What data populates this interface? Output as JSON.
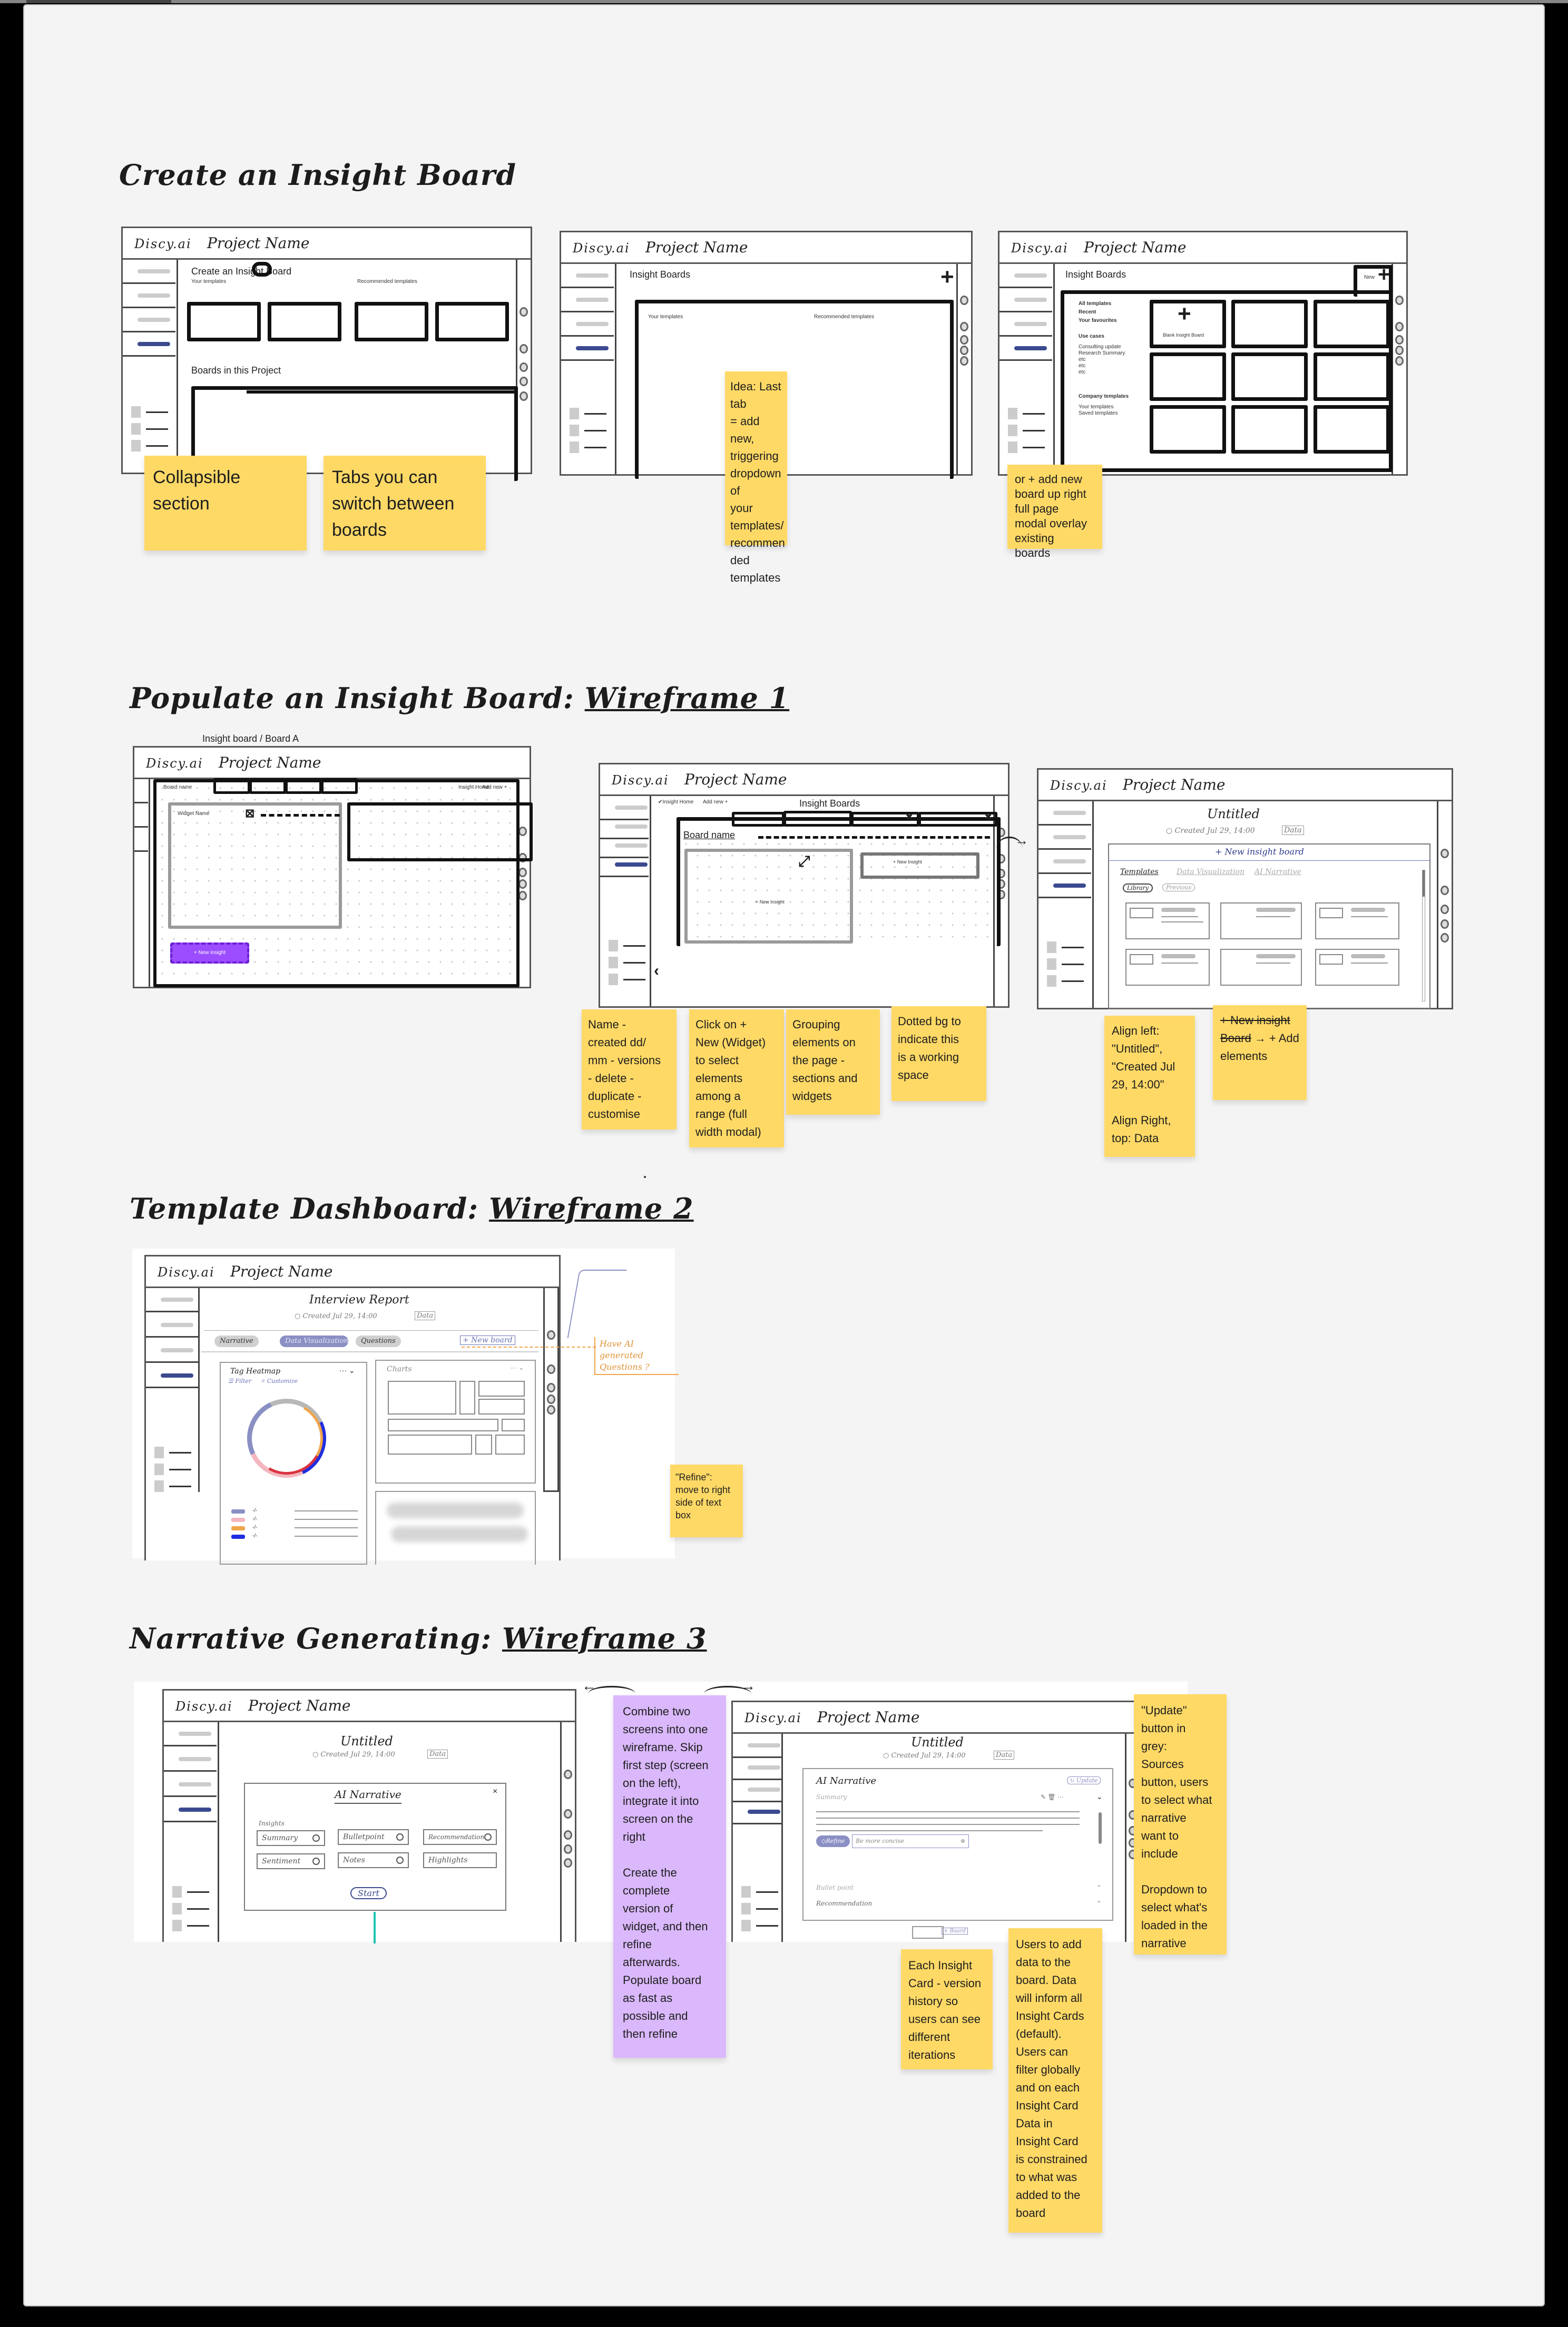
{
  "sections": {
    "create": {
      "title": "Create an Insight Board"
    },
    "populate": {
      "title": "Populate an Insight Board: ",
      "title_link": "Wireframe 1",
      "breadcrumb": "Insight board / Board A"
    },
    "template": {
      "title": "Template Dashboard: ",
      "title_link": "Wireframe 2"
    },
    "narrative": {
      "title": "Narrative Generating: ",
      "title_link": "Wireframe 3"
    }
  },
  "app": {
    "brand": "Discy.ai",
    "project": "Project Name"
  },
  "wf_create_1": {
    "title": "Create an Insight Board",
    "your_templates": "Your templates",
    "recommended_templates": "Recommended templates",
    "boards_title": "Boards in this Project"
  },
  "wf_create_2": {
    "title": "Insight Boards",
    "your_templates": "Your templates",
    "recommended_templates": "Recommended templates"
  },
  "wf_create_3": {
    "title": "Insight Boards",
    "new_tab": "New",
    "menu": {
      "all": "All templates",
      "recent": "Recent",
      "favourites": "Your favourites",
      "use_cases": "Use cases",
      "uc_items": [
        "Consulting update",
        "Research Summary",
        "etc",
        "etc",
        "etc"
      ],
      "company": "Company templates",
      "company_items": [
        "Your templates",
        "Saved templates"
      ]
    },
    "blank_board": "Blank Insight Board"
  },
  "wf_pop_1": {
    "board_name": "Board name",
    "insight_home": "Insight Home",
    "add_new": "Add new +",
    "widget_name": "Widget Name",
    "new_insight": "+ New insight"
  },
  "wf_pop_2": {
    "insight_home": "Insight Home",
    "add_new": "Add new +",
    "title": "Insight Boards",
    "board_name": "Board name",
    "new_insight_a": "+ New Insight",
    "new_insight_b": "+ New Insight"
  },
  "wf_pop_3": {
    "title": "Untitled",
    "created": "Created  Jul 29, 14:00",
    "data_btn": "Data",
    "new_board": "+ New insight board",
    "tabs": [
      "Templates",
      "Data Visualization",
      "AI Narrative"
    ],
    "filters": [
      "Library",
      "Previous"
    ]
  },
  "wf_template": {
    "title": "Interview Report",
    "created": "Created  Jul 29, 14:00",
    "data_btn": "Data",
    "tabs": [
      "Narrative",
      "Data Visualization",
      "Questions"
    ],
    "new_board": "+ New board",
    "annotation": "Have AI generated Questions ?",
    "heatmap_title": "Tag Heatmap",
    "filter": "Filter",
    "customize": "Customize",
    "charts_title": "Charts",
    "legend": [
      "-/-",
      "-/-",
      "-/-",
      "-/-"
    ],
    "legend_colors": [
      "#8a8fc4",
      "#f4b6bf",
      "#f0a54a",
      "#1f2ee0"
    ],
    "ring_colors": [
      "#b8b8b8",
      "#1f2ee0",
      "#f0a54a",
      "#7ab04a",
      "#d9333f",
      "#f4b6bf",
      "#7fb6e6",
      "#e8c238",
      "#8a8fc4"
    ]
  },
  "wf_narr_left": {
    "title": "Untitled",
    "created": "Created  Jul 29, 14:00",
    "data_btn": "Data",
    "modal_title": "AI Narrative",
    "insights_label": "Insights",
    "chips": [
      "Summary",
      "Bulletpoint",
      "Recommendation",
      "Sentiment",
      "Notes",
      "Highlights"
    ],
    "start": "Start"
  },
  "wf_narr_right": {
    "title": "Untitled",
    "created": "Created  Jul 29, 14:00",
    "data_btn": "Data",
    "panel_title": "AI Narrative",
    "update_btn": "Update",
    "summary": "Summary",
    "refine": "Refine",
    "refine_placeholder": "Be more concise",
    "bullet": "Bullet point",
    "recommendation": "Recommendation",
    "board_btn": "+ Board"
  },
  "stickies": {
    "collapsible": [
      "Collapsible",
      "section"
    ],
    "tabs_switch": [
      "Tabs you can",
      "switch between",
      "boards"
    ],
    "idea_last_tab": [
      "Idea: Last tab",
      "= add new,",
      "triggering",
      "dropdown of",
      "your",
      "templates/",
      "recommen",
      "ded",
      "templates"
    ],
    "or_add_new": [
      "or + add new",
      "board up right",
      "full page",
      "modal overlay",
      "existing",
      "boards"
    ],
    "name_created": [
      "Name -",
      "created dd/",
      "mm - versions",
      "- delete -",
      "duplicate -",
      "customise"
    ],
    "click_new": [
      "Click on +",
      "New (Widget)",
      "to select",
      "elements",
      "among a",
      "range (full",
      "width modal)"
    ],
    "grouping": [
      "Grouping",
      "elements on",
      "the page -",
      "sections and",
      "widgets"
    ],
    "dotted_bg": [
      "Dotted bg to",
      "indicate this",
      "is a working",
      "space"
    ],
    "align_left": [
      "Align left:",
      "\"Untitled\",",
      "\"Created Jul",
      "29, 14:00\"",
      "",
      "Align Right,",
      "top: Data"
    ],
    "new_board_strike": "+ New insight Board",
    "new_board_rest": " → + Add elements",
    "refine_move": [
      "\"Refine\":",
      "move to right",
      "side of text",
      "box"
    ],
    "combine": [
      "Combine two",
      "screens into one",
      "wireframe. Skip",
      "first step (screen",
      "on the left),",
      "integrate it into",
      "screen on the",
      "right",
      "",
      "Create the",
      "complete",
      "version of",
      "widget, and then",
      "refine",
      "afterwards.",
      "Populate board",
      "as fast as",
      "possible and",
      "then refine"
    ],
    "each_card": [
      "Each Insight",
      "Card - version",
      "history so",
      "users can see",
      "different",
      "iterations"
    ],
    "users_add": [
      "Users to add",
      "data to the",
      "board. Data",
      "will inform all",
      "Insight Cards",
      "(default).",
      "Users can",
      "filter globally",
      "and on each",
      "Insight Card",
      "Data in",
      "Insight Card",
      "is constrained",
      "to what was",
      "added to the",
      "board"
    ],
    "update_grey": [
      "\"Update\"",
      "button in",
      "grey:",
      "Sources",
      "button, users",
      "to select what",
      "narrative",
      "want to",
      "include",
      "",
      "Dropdown to",
      "select what's",
      "loaded in the",
      "narrative"
    ]
  }
}
